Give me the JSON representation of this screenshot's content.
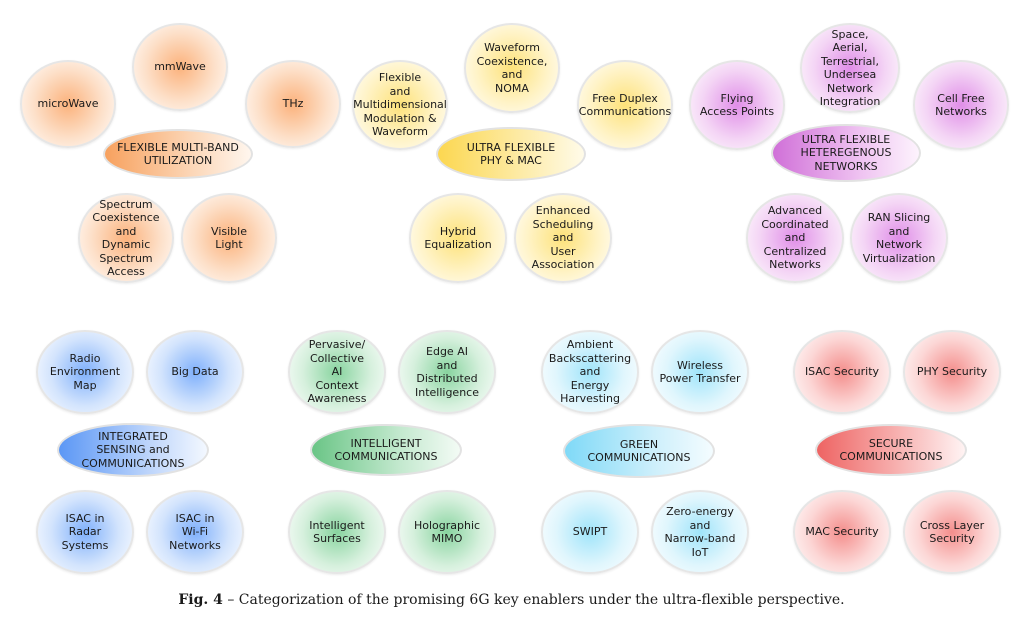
{
  "colors": {
    "orange": "#f7a15e",
    "yellow": "#fcd750",
    "purple": "#d070d8",
    "blue": "#5b97f5",
    "green": "#6ac586",
    "cyan": "#7fd9f7",
    "red": "#ee6463"
  },
  "clusters": {
    "multiband": {
      "hub": "FLEXIBLE MULTI-BAND\nUTILIZATION",
      "microwave": "microWave",
      "mmwave": "mmWave",
      "thz": "THz",
      "spectrum": "Spectrum\nCoexistence\nand\nDynamic\nSpectrum\nAccess",
      "visible_light": "Visible\nLight"
    },
    "phymac": {
      "hub": "ULTRA FLEXIBLE\nPHY & MAC",
      "modulation": "Flexible\nand\nMultidimensional\nModulation &\nWaveform",
      "waveform": "Waveform\nCoexistence,\nand\nNOMA",
      "duplex": "Free Duplex\nCommunications",
      "hybrid": "Hybrid\nEqualization",
      "scheduling": "Enhanced\nScheduling\nand\nUser\nAssociation"
    },
    "hetnet": {
      "hub": "ULTRA FLEXIBLE\nHETEREGENOUS\nNETWORKS",
      "flying": "Flying\nAccess Points",
      "space": "Space,\nAerial,\nTerrestrial,\nUndersea\nNetwork\nIntegration",
      "cellfree": "Cell Free\nNetworks",
      "coordinated": "Advanced\nCoordinated\nand\nCentralized\nNetworks",
      "slicing": "RAN Slicing\nand\nNetwork\nVirtualization"
    },
    "isac": {
      "hub": "INTEGRATED\nSENSING and\nCOMMUNICATIONS",
      "rem": "Radio\nEnvironment\nMap",
      "bigdata": "Big Data",
      "radar": "ISAC in\nRadar\nSystems",
      "wifi": "ISAC in\nWi-Fi\nNetworks"
    },
    "intelligent": {
      "hub": "INTELLIGENT\nCOMMUNICATIONS",
      "pervasive": "Pervasive/\nCollective\nAI\nContext\nAwareness",
      "edge": "Edge AI\nand\nDistributed\nIntelligence",
      "surfaces": "Intelligent\nSurfaces",
      "mimo": "Holographic\nMIMO"
    },
    "green": {
      "hub": "GREEN\nCOMMUNICATIONS",
      "ambient": "Ambient\nBackscattering\nand\nEnergy\nHarvesting",
      "wpt": "Wireless\nPower Transfer",
      "swipt": "SWIPT",
      "zero_energy": "Zero-energy\nand\nNarrow-band\nIoT"
    },
    "secure": {
      "hub": "SECURE\nCOMMUNICATIONS",
      "isac_security": "ISAC Security",
      "phy_security": "PHY Security",
      "mac_security": "MAC Security",
      "cross_layer": "Cross Layer\nSecurity"
    }
  },
  "caption": {
    "label": "Fig. 4",
    "text": " – Categorization of the promising 6G key enablers under the ultra-flexible perspective."
  }
}
